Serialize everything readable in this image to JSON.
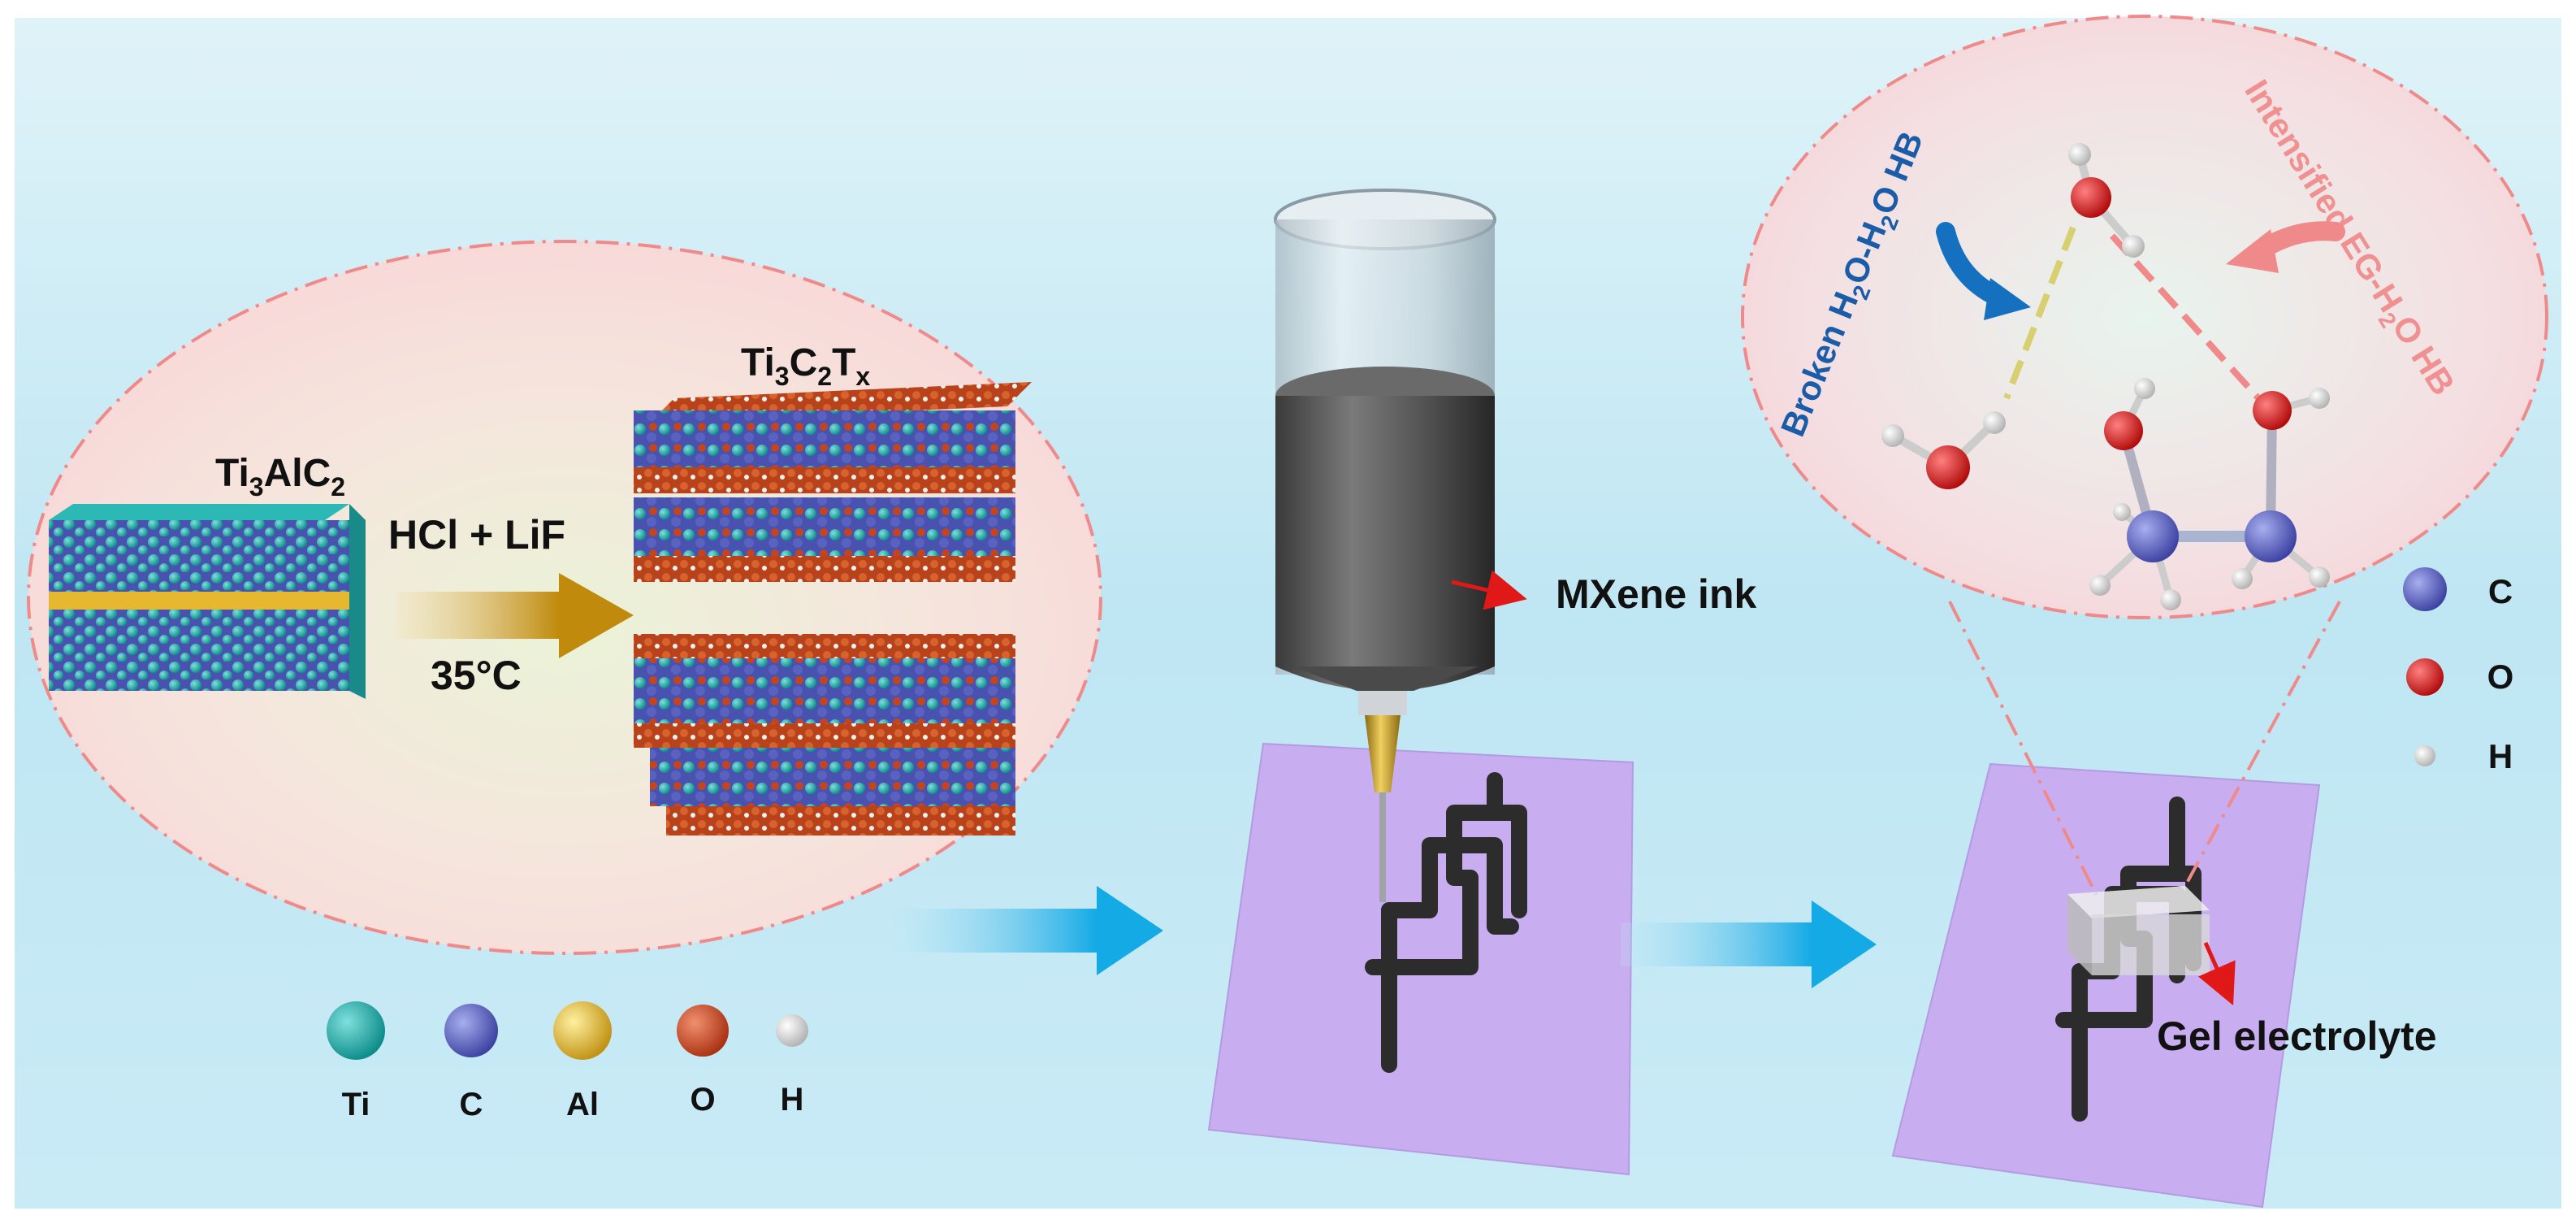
{
  "labels": {
    "precursor_main": "Ti",
    "precursor_sub1": "3",
    "precursor_mid": "AlC",
    "precursor_sub2": "2",
    "mxene_ti": "Ti",
    "mxene_sub1": "3",
    "mxene_c": "C",
    "mxene_sub2": "2",
    "mxene_t": "T",
    "mxene_subx": "x",
    "etchant": "HCl + LiF",
    "temperature": "35°C",
    "ink": "MXene ink",
    "gel": "Gel electrolyte",
    "broken_a": "Broken H",
    "broken_sub1": "2",
    "broken_b": "O-H",
    "broken_sub2": "2",
    "broken_c": "O HB",
    "intens_a": "Intensified  EG-H",
    "intens_sub": "2",
    "intens_b": "O HB"
  },
  "legend_left": [
    {
      "label": "Ti",
      "color": "#1aa3a0"
    },
    {
      "label": "C",
      "color": "#5a62b8"
    },
    {
      "label": "Al",
      "color": "#e0b830"
    },
    {
      "label": "O",
      "color": "#c4441e"
    },
    {
      "label": "H",
      "color": "#e6e6e6"
    }
  ],
  "legend_right": [
    {
      "label": "C",
      "color": "#5a62b8"
    },
    {
      "label": "O",
      "color": "#d01818"
    },
    {
      "label": "H",
      "color": "#e8e8e8"
    }
  ],
  "colors": {
    "dashed_outline": "#f08a8a",
    "process_arrow": "#1bb0e8",
    "etch_arrow": "#c8920c",
    "substrate": "#c8aef0",
    "electrode": "#2c2c2c",
    "broken_text": "#1a5ca8",
    "intens_text": "#f09090"
  }
}
